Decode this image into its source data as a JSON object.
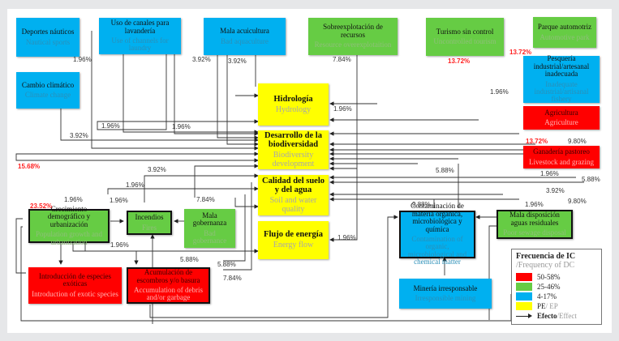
{
  "nodes": {
    "deportes": {
      "es": "Deportes náuticos",
      "en": "Nautical sports",
      "category": "4-17%"
    },
    "canales": {
      "es": "Uso de canales para lavandería",
      "en": "Use of channels for laundry",
      "category": "4-17%"
    },
    "acuicultura": {
      "es": "Mala acuicultura",
      "en": "Bad aquaculture",
      "category": "4-17%"
    },
    "sobreexplotacion": {
      "es": "Sobreexplotación de recursos",
      "en": "Resource overexplotaition",
      "category": "25-46%"
    },
    "turismo": {
      "es": "Turismo sin control",
      "en": "Uncontrolled tourism",
      "category": "25-46%"
    },
    "parque": {
      "es": "Parque automotriz",
      "en": "Automotive park",
      "category": "25-46%"
    },
    "pesqueria": {
      "es": "Pesquería industrial/artesanal inadecuada",
      "en": "Inadequate industrial/artisanal fishery",
      "category": "4-17%"
    },
    "cambio": {
      "es": "Cambio climático",
      "en": "Climate change",
      "category": "4-17%"
    },
    "agricultura": {
      "es": "Agricultura",
      "en": "Agriculture",
      "category": "50-58%"
    },
    "ganaderia": {
      "es": "Ganadería pastoreo",
      "en": "Livestock and grazing",
      "category": "50-58%"
    },
    "hidrologia": {
      "es": "Hidrología",
      "en": "Hydrology",
      "category": "PE / EP"
    },
    "biodiversidad": {
      "es": "Desarrollo de la biodiversidad",
      "en": "Biodiversity development",
      "category": "PE / EP"
    },
    "suelo": {
      "es": "Calidad del suelo y del agua",
      "en": "Soil and water quality",
      "category": "PE / EP"
    },
    "energia": {
      "es": "Flujo de energía",
      "en": "Energy flow",
      "category": "PE / EP"
    },
    "crecimiento": {
      "es": "Crecimiento demográfico y urbanización",
      "en": "Population growth and urbanization",
      "category": "25-46%"
    },
    "incendios": {
      "es": "Incendios",
      "en": "Fires",
      "category": "25-46%"
    },
    "gobernanza": {
      "es": "Mala gobernanza",
      "en": "Bad gobernance",
      "category": "25-46%"
    },
    "contaminacion": {
      "es": "Contaminación de materia orgánica, microbiológica y química",
      "en": "Contamination of organic, microbiological and chemical matter",
      "category": "4-17%"
    },
    "aguas": {
      "es": "Mala disposición aguas residuales",
      "en": "Poor sewage disposal",
      "category": "25-46%"
    },
    "introduccion": {
      "es": "Introducción de especies exóticas",
      "en": "Introduction of exotic species",
      "category": "50-58%"
    },
    "acumulacion": {
      "es": "Acumulación de escombros y/o basura",
      "en": "Accumulation of debris and/or garbage",
      "category": "50-58%"
    },
    "mineria": {
      "es": "Minería irresponsable",
      "en": "Irresponsible mining",
      "category": "4-17%"
    }
  },
  "percent_labels": {
    "p_deportes": "1.96%",
    "p_acui1": "3.92%",
    "p_acui2": "3.92%",
    "p_sobre": "7.84%",
    "p_turismo": "13.72%",
    "p_parque": "13.72%",
    "p_pesq": "1.96%",
    "p_hidro": "1.96%",
    "p_canal1": "1.96%",
    "p_canal2": "1.96%",
    "p_cambio": "3.92%",
    "p_agri_a": "13.72%",
    "p_agri_b": "9.80%",
    "p_gan1": "1.96%",
    "p_gan2": "5.88%",
    "p_1568": "15.68%",
    "p_392b": "3.92%",
    "p_196c": "1.96%",
    "p_196d": "1.96%",
    "p_196e": "1.96%",
    "p_784b": "7.84%",
    "p_2352": "23.52%",
    "p_588a": "5.88%",
    "p_392c": "3.92%",
    "p_980c": "9.80%",
    "p_196f": "1.96%",
    "p_988": "9.88%",
    "p_196g": "1.96%",
    "p_energia": "1.96%",
    "p_196h": "1.96%",
    "p_588b": "5.88%",
    "p_588c": "5.88%",
    "p_784c": "7.84%"
  },
  "legend": {
    "title": "Frecuencia de IC",
    "subtitle": "/Frequency of DC",
    "items": [
      {
        "label": "50-58%",
        "color": "#ff0000"
      },
      {
        "label": "25-46%",
        "color": "#66cc44"
      },
      {
        "label": "4-17%",
        "color": "#00b0f0"
      },
      {
        "label": "PE",
        "label_en": " / EP",
        "color": "#ffff00"
      }
    ],
    "effect_label": "Efecto",
    "effect_label_en": " /Effect"
  },
  "colors": {
    "red": "#ff0000",
    "green": "#66cc44",
    "blue": "#00b0f0",
    "yellow": "#ffff00",
    "highlight_percent": "#ff2020"
  }
}
